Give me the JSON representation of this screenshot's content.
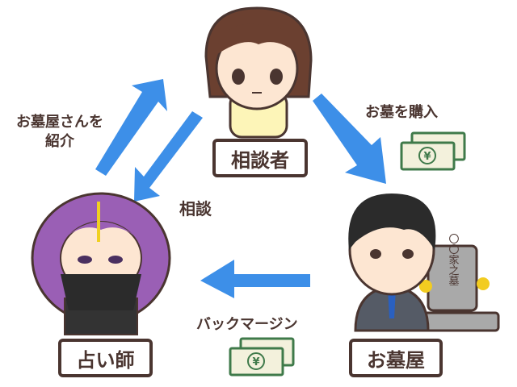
{
  "nodes": {
    "consultant": "相談者",
    "fortune_teller": "占い師",
    "grave_shop": "お墓屋"
  },
  "edges": {
    "introduce": [
      "お墓屋さんを",
      "紹介"
    ],
    "consult": "相談",
    "buy_grave": "お墓を購入",
    "kickback": "バックマージン"
  },
  "gravestone_text": "〇〇家之墓",
  "money_symbol": "¥",
  "colors": {
    "arrow": "#3d8fe8",
    "text": "#4a3530",
    "bill": "#3f7a4a"
  }
}
